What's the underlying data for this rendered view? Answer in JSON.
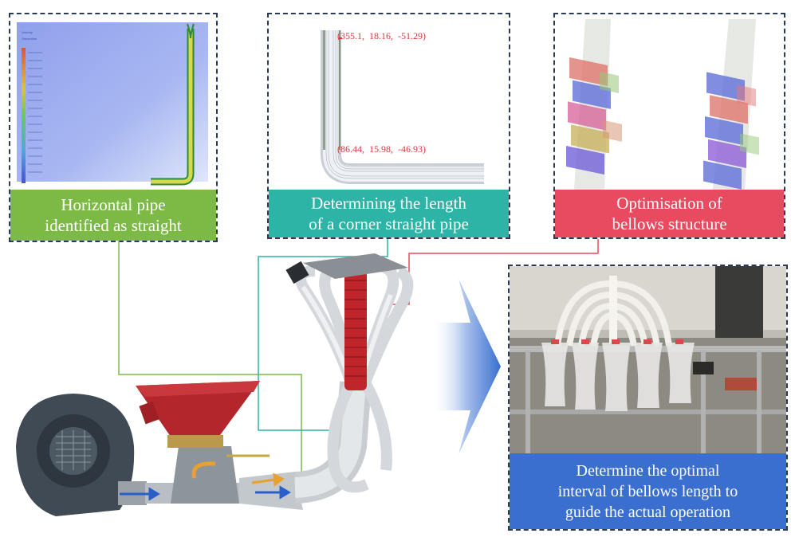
{
  "panels": {
    "panel1": {
      "caption_line1": "Horizontal pipe",
      "caption_line2": "identified as straight"
    },
    "panel2": {
      "coord_top": "(355.1,  18.16,  -51.29)",
      "coord_bottom": "(86.44,  15.98,  -46.93)",
      "caption_line1": "Determining the length",
      "caption_line2": "of a corner straight pipe"
    },
    "panel3": {
      "caption_line1": "Optimisation of",
      "caption_line2": "bellows structure"
    },
    "panel4": {
      "caption_line1": "Determine the optimal",
      "caption_line2": "interval of bellows length to",
      "caption_line3": "guide the actual operation"
    }
  },
  "colors": {
    "green": "#7cba45",
    "teal": "#2db4a6",
    "red": "#e84a5f",
    "blue": "#3a6fcf",
    "border": "#2b3a55"
  },
  "icons": [
    "arrow-chevron-icon",
    "blower-icon",
    "hopper-icon",
    "bellows-icon"
  ]
}
